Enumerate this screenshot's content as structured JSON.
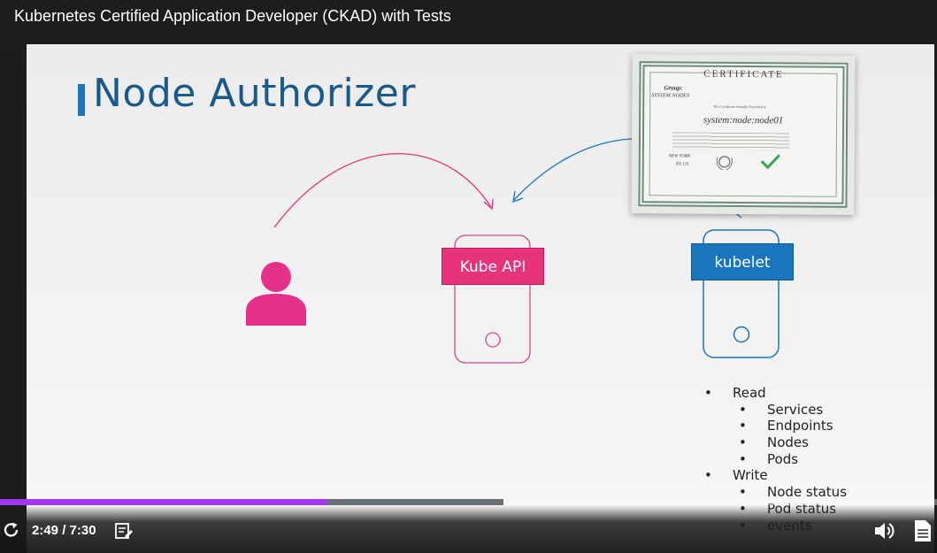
{
  "course": {
    "title": "Kubernetes Certified Application Developer (CKAD) with Tests"
  },
  "slide": {
    "title": "Node Authorizer",
    "certificate": {
      "heading": "CERTIFICATE",
      "group_label": "Group:",
      "group_value": "SYSTEM:NODES",
      "small_text": "This Certificate Proudly Presented to",
      "name": "system:node:node01",
      "city": "NEW YORK",
      "state": "NY, US"
    },
    "kube_api_label": "Kube API",
    "kubelet_label": "kubelet",
    "permissions": {
      "read_label": "Read",
      "read_items": [
        "Services",
        "Endpoints",
        "Nodes",
        "Pods"
      ],
      "write_label": "Write",
      "write_items": [
        "Node status",
        "Pod status",
        "events"
      ]
    },
    "colors": {
      "title": "#1a5a8a",
      "accent_blue": "#1b75bc",
      "accent_pink": "#e6337a"
    }
  },
  "player": {
    "time_display": "2:49 / 7:30",
    "progress_fraction": 0.349,
    "buffered_fraction": 0.537,
    "icons": [
      "replay-icon",
      "notes-icon",
      "volume-icon",
      "transcript-icon"
    ],
    "progress_color": "#a435f0"
  }
}
